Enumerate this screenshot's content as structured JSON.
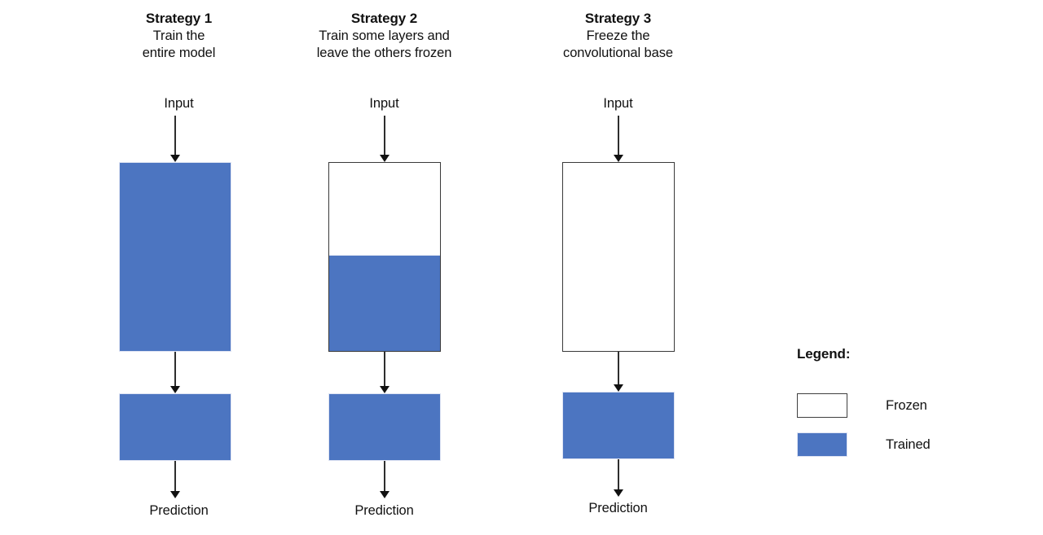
{
  "diagram": {
    "columns": [
      {
        "id": "strategy-1",
        "title": "Strategy 1",
        "subtitle_line1": "Train the",
        "subtitle_line2": "entire model",
        "input_label": "Input",
        "output_label": "Prediction",
        "base_block": {
          "state": "trained",
          "trained_fraction": 1.0
        },
        "head_block": {
          "state": "trained"
        }
      },
      {
        "id": "strategy-2",
        "title": "Strategy 2",
        "subtitle_line1": "Train some layers and",
        "subtitle_line2": "leave the others frozen",
        "input_label": "Input",
        "output_label": "Prediction",
        "base_block": {
          "state": "split",
          "trained_fraction": 0.5
        },
        "head_block": {
          "state": "trained"
        }
      },
      {
        "id": "strategy-3",
        "title": "Strategy 3",
        "subtitle_line1": "Freeze the",
        "subtitle_line2": "convolutional base",
        "input_label": "Input",
        "output_label": "Prediction",
        "base_block": {
          "state": "frozen",
          "trained_fraction": 0.0
        },
        "head_block": {
          "state": "trained"
        }
      }
    ],
    "legend": {
      "title": "Legend:",
      "items": [
        {
          "label": "Frozen",
          "swatch": "white-outlined-box"
        },
        {
          "label": "Trained",
          "swatch": "blue-filled-box"
        }
      ]
    },
    "colors": {
      "trained": "#4C75C1",
      "frozen_fill": "#FFFFFF",
      "frozen_border": "#3A3A3A",
      "arrow": "#111111",
      "text": "#111111",
      "background": "#FFFFFF"
    }
  }
}
